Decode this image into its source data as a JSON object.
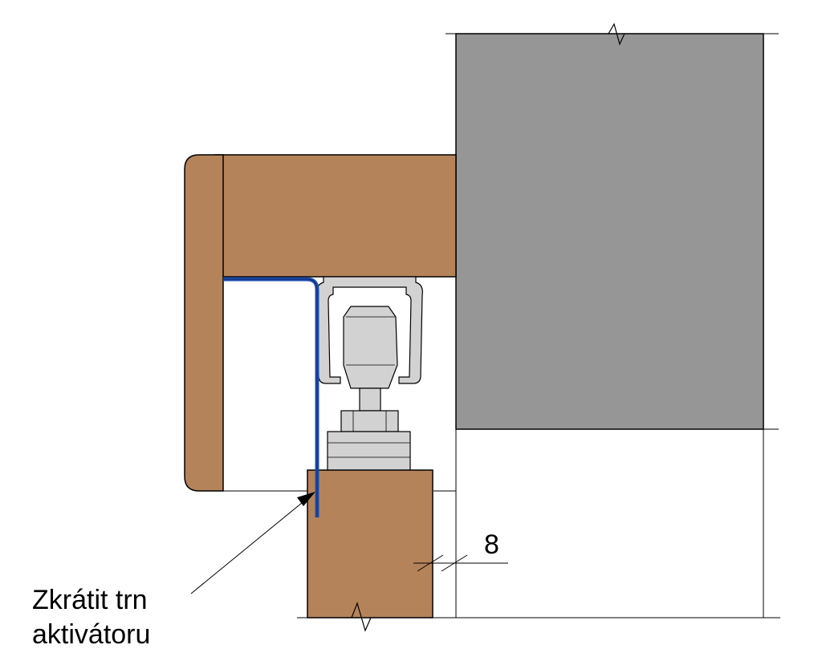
{
  "diagram": {
    "dimension_value": "8",
    "callout_lines": [
      "Zkrátit trn",
      "aktivátoru"
    ]
  },
  "colors": {
    "wood": "#B5835A",
    "wall": "#969696",
    "activator_pin": "#1F4FB0",
    "aluminium": "#D2D2D2",
    "line": "#000000"
  },
  "icons": {
    "break_mark": "zigzag-break-icon",
    "arrowhead": "leader-arrowhead-icon"
  }
}
